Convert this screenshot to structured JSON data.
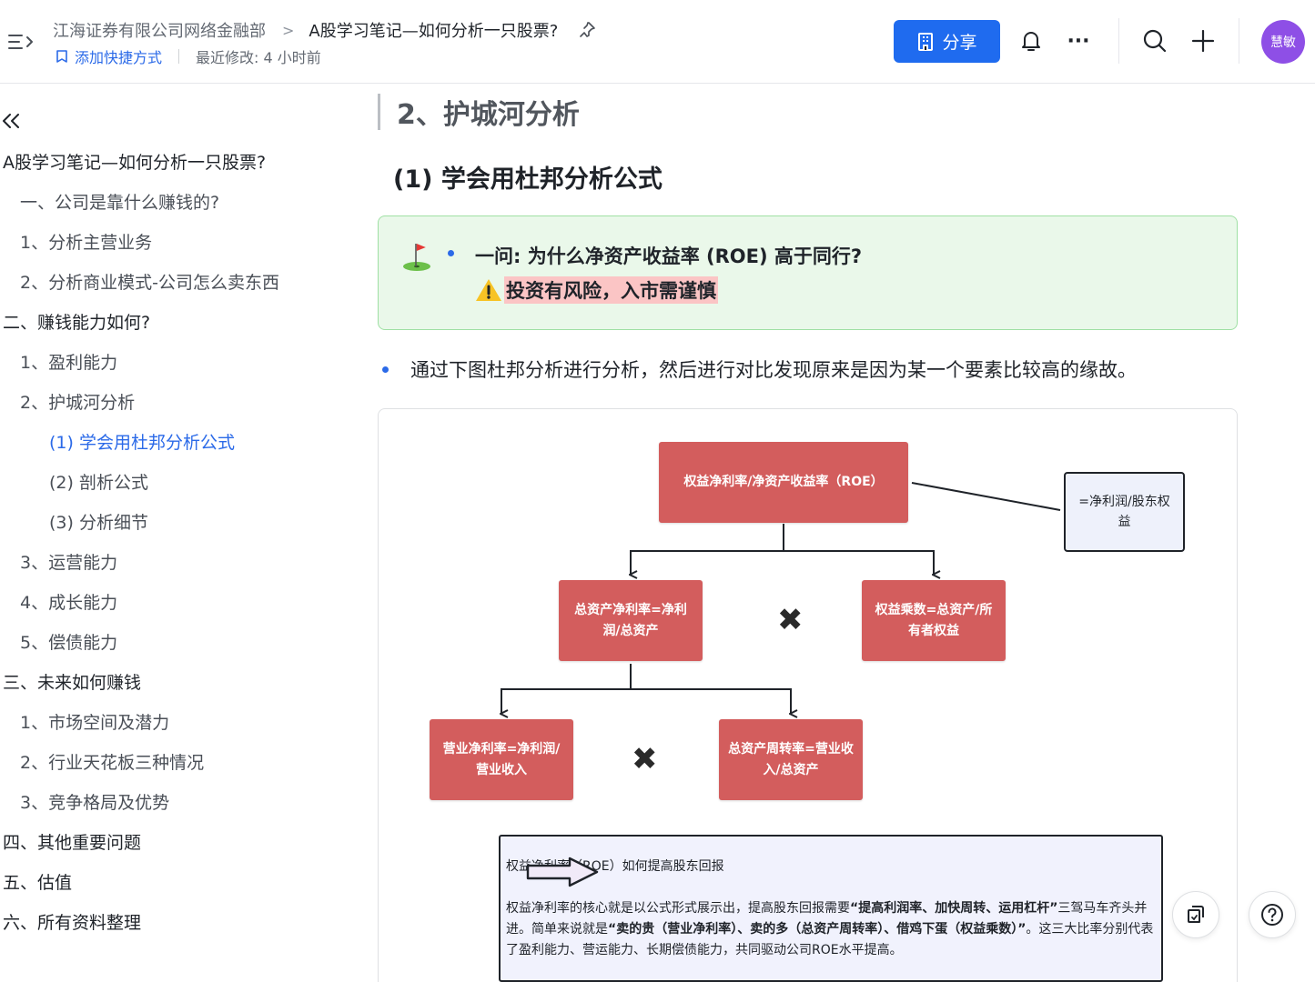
{
  "header": {
    "breadcrumb_parent": "江海证券有限公司网络金融部",
    "breadcrumb_separator": ">",
    "doc_title": "A股学习笔记—如何分析一只股票?",
    "shortcut_label": "添加快捷方式",
    "last_modified": "最近修改: 4 小时前",
    "share_label": "分享",
    "more_label": "···",
    "avatar_name": "慧敏"
  },
  "sidebar": {
    "items": [
      {
        "label": "A股学习笔记—如何分析一只股票?",
        "level": 0
      },
      {
        "label": "一、公司是靠什么赚钱的?",
        "level": 1
      },
      {
        "label": "1、分析主营业务",
        "level": 1
      },
      {
        "label": "2、分析商业模式-公司怎么卖东西",
        "level": 1
      },
      {
        "label": "二、赚钱能力如何?",
        "level": 0
      },
      {
        "label": "1、盈利能力",
        "level": 1
      },
      {
        "label": "2、护城河分析",
        "level": 1
      },
      {
        "label": "(1) 学会用杜邦分析公式",
        "level": 2,
        "active": true
      },
      {
        "label": "(2) 剖析公式",
        "level": 2
      },
      {
        "label": "(3) 分析细节",
        "level": 2
      },
      {
        "label": "3、运营能力",
        "level": 1
      },
      {
        "label": "4、成长能力",
        "level": 1
      },
      {
        "label": "5、偿债能力",
        "level": 1
      },
      {
        "label": "三、未来如何赚钱",
        "level": 0
      },
      {
        "label": "1、市场空间及潜力",
        "level": 1
      },
      {
        "label": "2、行业天花板三种情况",
        "level": 1
      },
      {
        "label": "3、竞争格局及优势",
        "level": 1
      },
      {
        "label": "四、其他重要问题",
        "level": 0
      },
      {
        "label": "五、估值",
        "level": 0
      },
      {
        "label": "六、所有资料整理",
        "level": 0
      }
    ]
  },
  "main": {
    "h2": "2、护城河分析",
    "h3": "(1) 学会用杜邦分析公式",
    "callout": {
      "question": "一问: 为什么净资产收益率 (ROE) 高于同行?",
      "warning": "投资有风险，入市需谨慎",
      "bg_color": "#eaf8ea"
    },
    "paragraph": "通过下图杜邦分析进行分析，然后进行对比发现原来是因为某一个要素比较高的缘故。",
    "diagram": {
      "root": "权益净利率/净资产收益率（ROE）",
      "note": "=净利润/股东权益",
      "left": "总资产净利率=净利润/总资产",
      "right": "权益乘数=总资产/所有者权益",
      "bottom_left": "营业净利率=净利润/营业收入",
      "bottom_right": "总资产周转率=营业收入/总资产",
      "times_symbol": "✖",
      "node_color": "#d35d5d",
      "explain": {
        "left_label": "权益净利率（ROE）",
        "right_label": "如何提高股东回报",
        "body_1": "权益净利率的核心就是以公式形式展示出，提高股东回报需要",
        "body_bold_1": "“提高利润率、加快周转、运用杠杆”",
        "body_2": "三驾马车齐头并进。简单来说就是",
        "body_bold_2": "“卖的贵（营业净利率）、卖的多（总资产周转率）、借鸡下蛋（权益乘数）”",
        "body_3": "。这三大比率分别代表了盈利能力、营运能力、长期偿债能力，共同驱动公司ROE水平提高。"
      }
    }
  },
  "colors": {
    "accent": "#2b6ae8",
    "share_button": "#1f6bef",
    "avatar": "#8e4fe6"
  }
}
